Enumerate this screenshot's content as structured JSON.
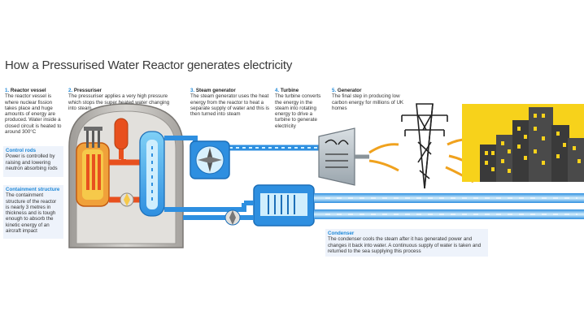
{
  "title": "How a Pressurised Water Reactor generates electricity",
  "steps": [
    {
      "num": "1.",
      "heading": "Reactor vessel",
      "text": "The reactor vessel is where nuclear fission takes place and huge amounts of energy are produced. Water inside a closed circuit is heated to around 300°C"
    },
    {
      "num": "2.",
      "heading": "Pressuriser",
      "text": "The pressuriser applies a very high pressure which stops the super heated water changing into steam"
    },
    {
      "num": "3.",
      "heading": "Steam generator",
      "text": "The steam generator uses the heat energy from the reactor to heat a separate supply of water and this is then turned into steam"
    },
    {
      "num": "4.",
      "heading": "Turbine",
      "text": "The turbine converts the energy in the steam into rotating energy to drive a turbine to generate electricity"
    },
    {
      "num": "5.",
      "heading": "Generator",
      "text": "The final step in producing low carbon energy for millions of UK homes"
    }
  ],
  "control_rods": {
    "heading": "Control rods",
    "text": "Power is controlled by raising and lowering neutron absorbing rods"
  },
  "containment": {
    "heading": "Containment structure",
    "text": "The containment structure of the reactor is nearly 3 metres in thickness and is tough enough to absorb the kinetic energy of an aircraft impact"
  },
  "condenser": {
    "heading": "Condenser",
    "text": "The condenser cools the steam after it has generated power and changes it back into water. A continuous supply of water is taken and returned to the sea supplying this process"
  },
  "colors": {
    "hot": "#e8501e",
    "water": "#2e8fe0",
    "light_water": "#bfe3fb",
    "dome": "#c8c6c2",
    "accent": "#1e88d8",
    "city": "#f7d21b"
  }
}
